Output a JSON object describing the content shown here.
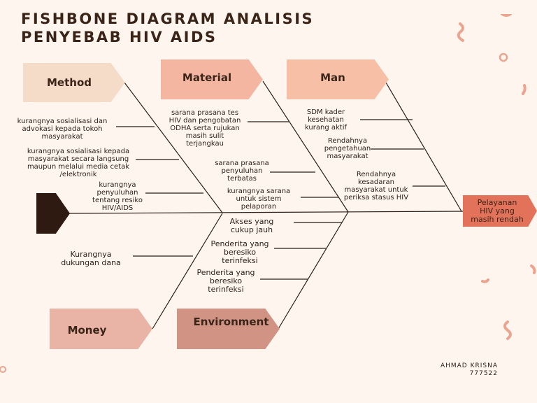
{
  "title": {
    "line1": "FISHBONE DIAGRAM ANALISIS",
    "line2": "PENYEBAB HIV AIDS"
  },
  "categories": {
    "method": "Method",
    "material": "Material",
    "man": "Man",
    "money": "Money",
    "environment": "Environment"
  },
  "effect": {
    "line1": "Pelayanan",
    "line2": "HIV yang",
    "line3": "masih rendah"
  },
  "causes": {
    "method": [
      "kurangnya sosialisasi dan advokasi kepada tokoh masyarakat",
      "kurangnya sosialisasi kepada masyarakat secara langsung maupun melalui media cetak /elektronik",
      "kurangnya penyuluhan tentang resiko HIV/AIDS"
    ],
    "material": [
      "sarana prasana tes HIV dan pengobatan ODHA serta rujukan masih sulit terjangkau",
      "sarana prasana penyuluhan terbatas",
      "kurangnya sarana untuk sistem pelaporan"
    ],
    "man": [
      "SDM kader kesehatan kurang aktif",
      "Rendahnya pengetahuan masyarakat",
      "Rendahnya kesadaran masyarakat untuk periksa stasus HIV"
    ],
    "money": [
      "Kurangnya dukungan dana"
    ],
    "environment": [
      "Akses yang cukup jauh",
      "Penderita yang beresiko terinfeksi",
      "Penderita yang beresiko terinfeksi"
    ]
  },
  "author": {
    "name": "AHMAD KRISNA",
    "id": "777522"
  },
  "colors": {
    "background": "#fdf5ee",
    "method": "#f5dcc8",
    "material": "#f4b6a0",
    "man": "#f7bfa6",
    "money": "#e9b4a6",
    "environment": "#d19484",
    "effect": "#e2735a",
    "tail": "#2e1a10"
  }
}
